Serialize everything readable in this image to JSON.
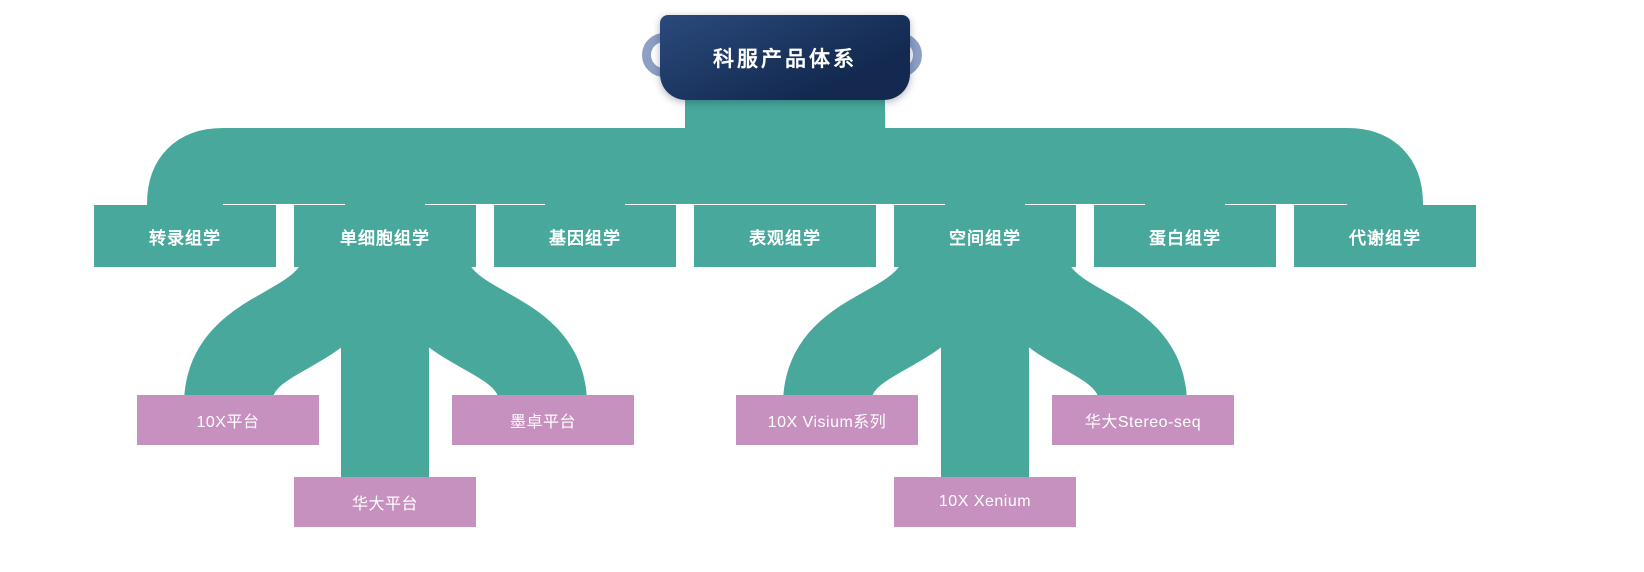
{
  "title": "科服产品体系",
  "colors": {
    "teal": "#48a89b",
    "pink": "#c690bf",
    "navy-dark": "#13294f",
    "navy-light": "#2a4a7c",
    "ring": "#8d9fc4",
    "text": "#ffffff"
  },
  "categories": [
    {
      "id": "transcriptomics",
      "label": "转录组学"
    },
    {
      "id": "single-cell-omics",
      "label": "单细胞组学"
    },
    {
      "id": "genomics",
      "label": "基因组学"
    },
    {
      "id": "epigenomics",
      "label": "表观组学"
    },
    {
      "id": "spatial-omics",
      "label": "空间组学"
    },
    {
      "id": "proteomics",
      "label": "蛋白组学"
    },
    {
      "id": "metabolomics",
      "label": "代谢组学"
    }
  ],
  "platforms": [
    {
      "id": "10x-platform",
      "label": "10X平台",
      "parent": "单细胞组学"
    },
    {
      "id": "huada-platform",
      "label": "华大平台",
      "parent": "单细胞组学"
    },
    {
      "id": "mozhuo-platform",
      "label": "墨卓平台",
      "parent": "单细胞组学"
    },
    {
      "id": "10x-visium",
      "label": "10X Visium系列",
      "parent": "空间组学"
    },
    {
      "id": "10x-xenium",
      "label": "10X Xenium",
      "parent": "空间组学"
    },
    {
      "id": "huada-stereo-seq",
      "label": "华大Stereo-seq",
      "parent": "空间组学"
    }
  ]
}
